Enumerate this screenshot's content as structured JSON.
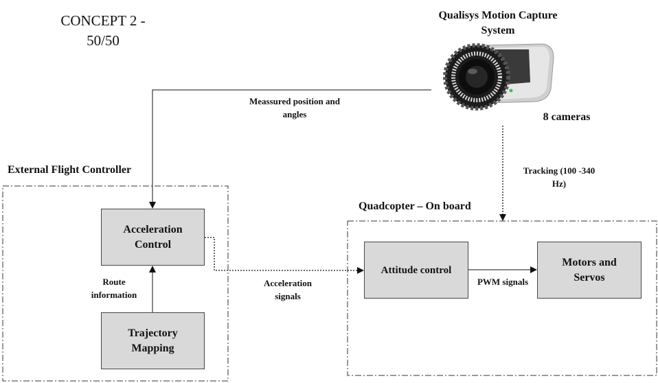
{
  "title_lines": [
    "CONCEPT 2 -",
    "50/50"
  ],
  "camera": {
    "title_lines": [
      "Qualisys Motion Capture",
      "System"
    ],
    "count_label": "8 cameras"
  },
  "groups": {
    "external": "External Flight Controller",
    "onboard": "Quadcopter – On board"
  },
  "blocks": {
    "acceleration_control": [
      "Acceleration",
      "Control"
    ],
    "trajectory_mapping": [
      "Trajectory",
      "Mapping"
    ],
    "attitude_control": [
      "Attitude control"
    ],
    "motors_servos": [
      "Motors and",
      "Servos"
    ]
  },
  "signals": {
    "measured": [
      "Meassured position and",
      "angles"
    ],
    "tracking": [
      "Tracking (100 -340",
      "Hz)"
    ],
    "route": [
      "Route",
      "information"
    ],
    "acceleration": [
      "Acceleration",
      "signals"
    ],
    "pwm": "PWM signals"
  }
}
